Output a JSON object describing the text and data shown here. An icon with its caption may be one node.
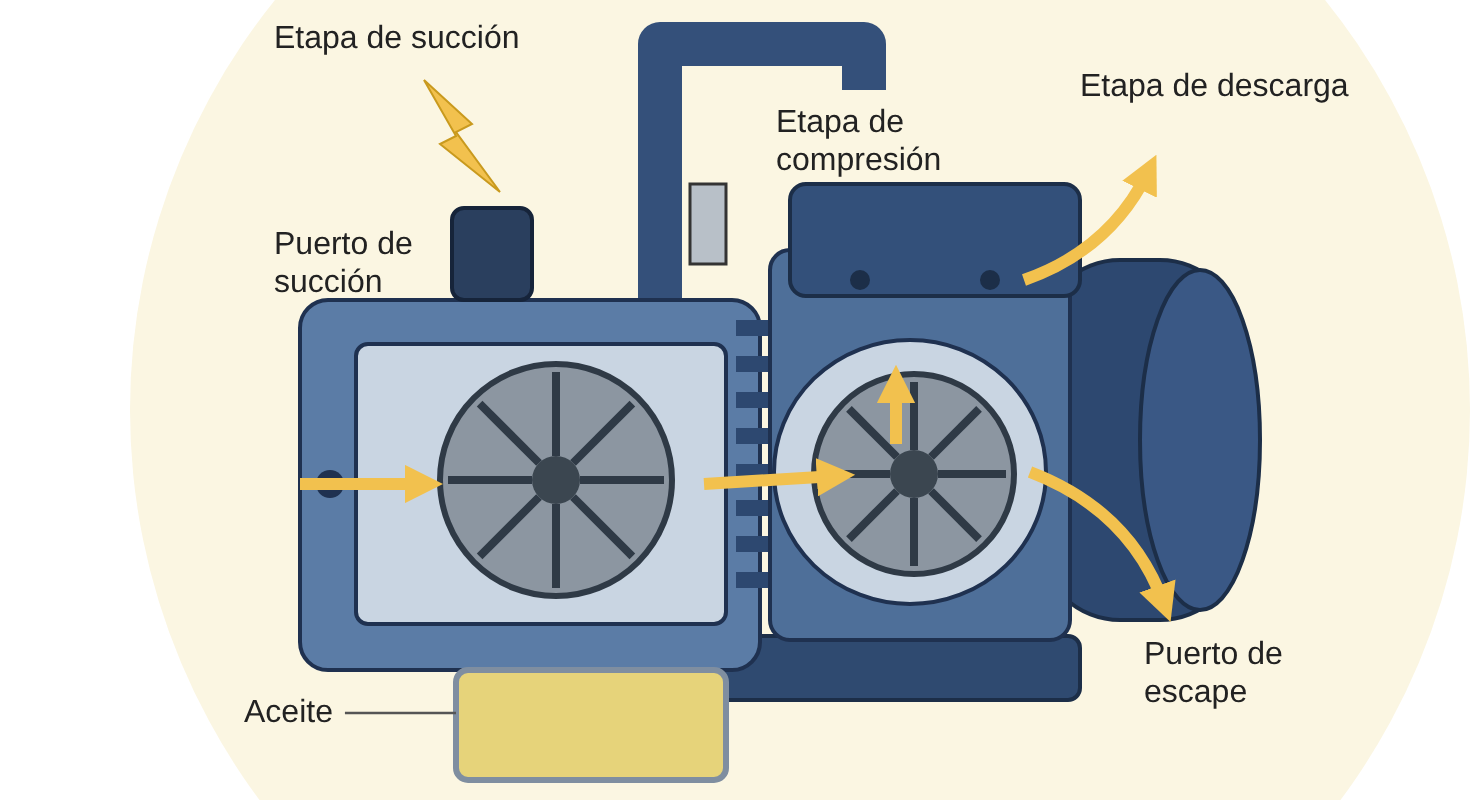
{
  "diagram": {
    "nodes": [
      {
        "text": [
          "Aceite"
        ]
      },
      {
        "text": [],
        "shape": "box"
      }
    ],
    "edges": [
      {
        "from": 0,
        "to": 1,
        "arrow": "none"
      }
    ],
    "labels": [
      "Etapa de succión",
      "Etapa de descarga",
      "Etapa de compresión",
      "Puerto de succión",
      "Puerto de escape"
    ]
  }
}
